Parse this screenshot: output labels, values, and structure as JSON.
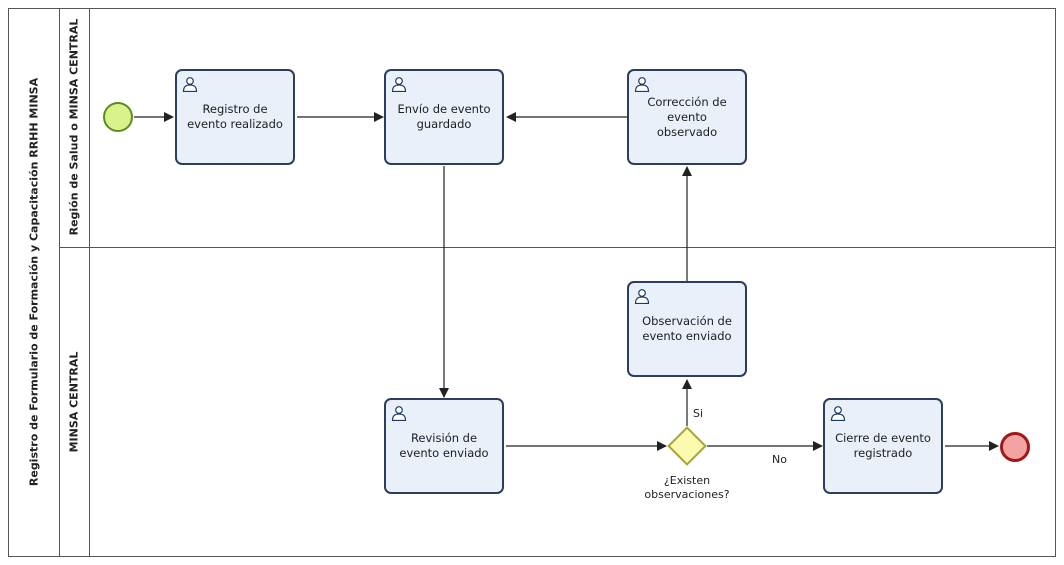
{
  "pool": {
    "title": "Registro de Formulario de Formación y Capacitación RRHH MINSA"
  },
  "lanes": [
    {
      "title": "Región de Salud o MINSA CENTRAL"
    },
    {
      "title": "MINSA CENTRAL"
    }
  ],
  "tasks": {
    "registro": "Registro de evento realizado",
    "envio": "Envío de evento guardado",
    "correccion": "Corrección de evento observado",
    "observacion": "Observación de evento enviado",
    "revision": "Revisión de evento enviado",
    "cierre": "Cierre de evento registrado"
  },
  "gateway": {
    "question": "¿Existen observaciones?"
  },
  "flow_labels": {
    "yes": "Si",
    "no": "No"
  },
  "icons": {
    "task_type": "user-task-icon"
  },
  "colors": {
    "task_fill": "#eaf0fa",
    "task_border": "#2c3e5c",
    "start_fill": "#d9f28c",
    "end_fill": "#f4a3a3",
    "gateway_fill": "#fbfbb0"
  }
}
